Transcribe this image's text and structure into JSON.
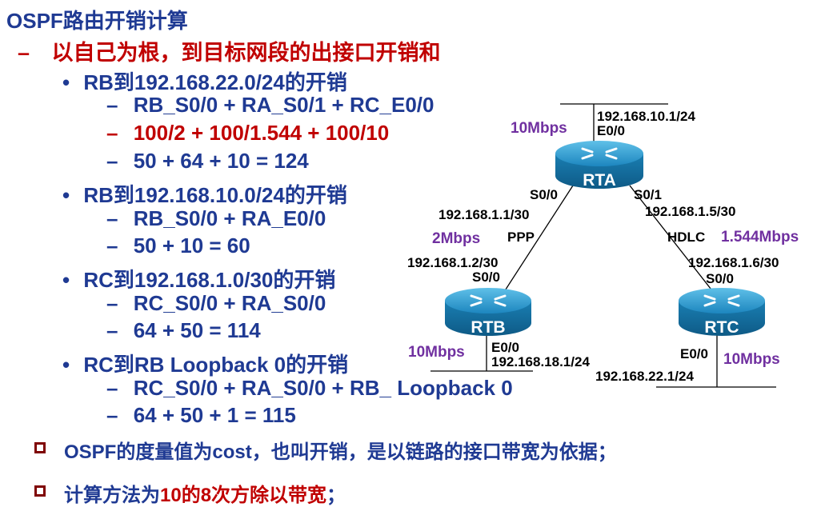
{
  "title": "OSPF路由开销计算",
  "lines": [
    {
      "marker": "–",
      "text": "以自己为根，到目标网段的出接口开销和"
    },
    {
      "marker": "•",
      "text": "RB到192.168.22.0/24的开销"
    },
    {
      "marker": "–",
      "text": "RB_S0/0 + RA_S0/1 + RC_E0/0"
    },
    {
      "marker": "–",
      "text": "100/2 + 100/1.544 + 100/10"
    },
    {
      "marker": "–",
      "text": "50 + 64 + 10 = 124"
    },
    {
      "marker": "•",
      "text": "RB到192.168.10.0/24的开销"
    },
    {
      "marker": "–",
      "text": "RB_S0/0 + RA_E0/0"
    },
    {
      "marker": "–",
      "text": "50 + 10 = 60"
    },
    {
      "marker": "•",
      "text": "RC到192.168.1.0/30的开销"
    },
    {
      "marker": "–",
      "text": "RC_S0/0 + RA_S0/0"
    },
    {
      "marker": "–",
      "text": "64 + 50 = 114"
    },
    {
      "marker": "•",
      "text": "RC到RB Loopback 0的开销"
    },
    {
      "marker": "–",
      "text": "RC_S0/0 + RA_S0/0 + RB_ Loopback 0"
    },
    {
      "marker": "–",
      "text": "64 + 50 + 1 = 115"
    }
  ],
  "notes": [
    {
      "parts": [
        "OSPF的度量值为cost，也叫开销，是以链路的接口带宽为依据；"
      ]
    },
    {
      "parts": [
        "计算方法为",
        "10的8次方除以带宽",
        "；"
      ]
    }
  ],
  "diagram": {
    "routers": {
      "rta": "RTA",
      "rtb": "RTB",
      "rtc": "RTC"
    },
    "labels": {
      "rta_net": "192.168.10.1/24",
      "rta_e0": "E0/0",
      "rta_bw": "10Mbps",
      "rta_s00": "S0/0",
      "rta_s01": "S0/1",
      "ip_1_1": "192.168.1.1/30",
      "ip_1_5": "192.168.1.5/30",
      "bw_2m": "2Mbps",
      "ppp": "PPP",
      "hdlc": "HDLC",
      "bw_1544": "1.544Mbps",
      "ip_1_2": "192.168.1.2/30",
      "rtb_s00": "S0/0",
      "ip_1_6": "192.168.1.6/30",
      "rtc_s00": "S0/0",
      "rtb_bw": "10Mbps",
      "rtb_e0": "E0/0",
      "ip_18_1": "192.168.18.1/24",
      "rtc_e0": "E0/0",
      "rtc_bw": "10Mbps",
      "ip_22_1": "192.168.22.1/24"
    },
    "colors": {
      "text": "#000000",
      "bandwidth": "#7030a0",
      "router": "#1a7fb3"
    }
  }
}
